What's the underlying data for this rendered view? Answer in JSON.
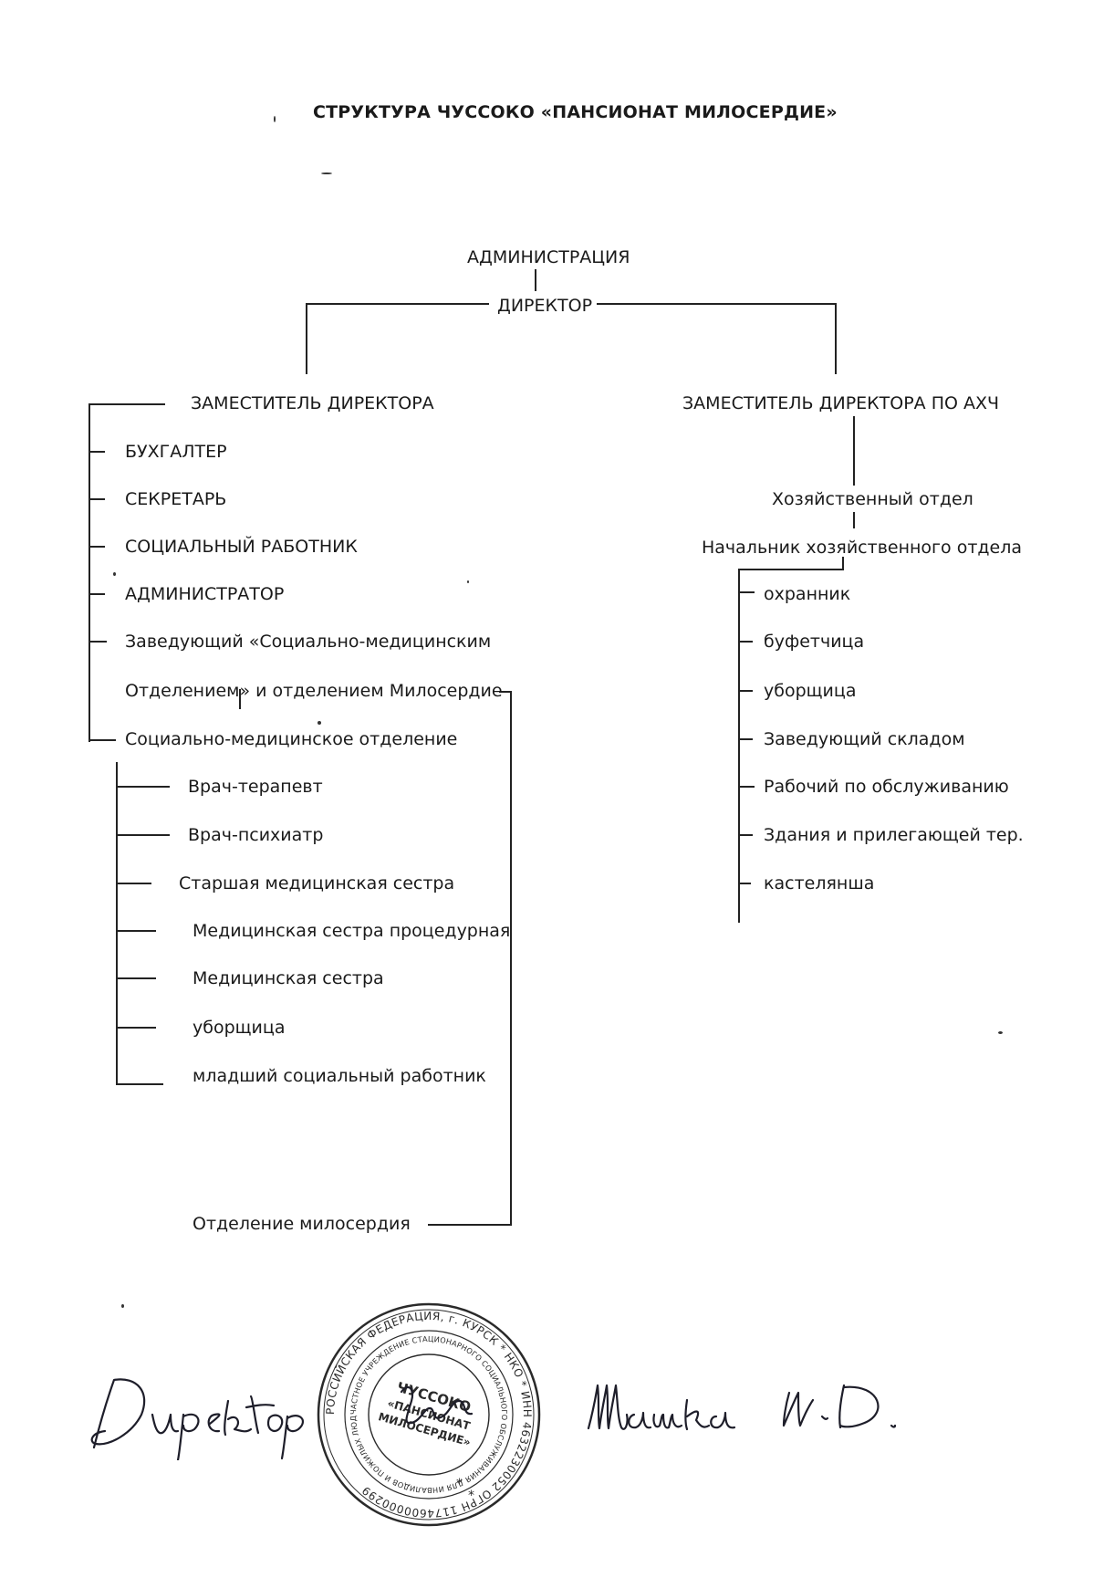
{
  "title": "СТРУКТУРА ЧУССОКО «ПАНСИОНАТ МИЛОСЕРДИЕ»",
  "top": {
    "administration": "АДМИНИСТРАЦИЯ",
    "director": "ДИРЕКТОР"
  },
  "left_branch": {
    "head": "ЗАМЕСТИТЕЛЬ ДИРЕКТОРА",
    "items": [
      "БУХГАЛТЕР",
      "СЕКРЕТАРЬ",
      "СОЦИАЛЬНЫЙ РАБОТНИК",
      "АДМИНИСТРАТОР",
      "Заведующий «Социально-медицинским",
      "Отделением» и отделением Милосердие",
      "Социально-медицинское отделение"
    ],
    "medical_dept": [
      "Врач-терапевт",
      "Врач-психиатр",
      "Старшая медицинская сестра",
      "Медицинская сестра процедурная",
      "Медицинская сестра",
      "уборщица",
      "младший социальный  работник"
    ],
    "mercy_dept": "Отделение милосердия"
  },
  "right_branch": {
    "head": "ЗАМЕСТИТЕЛЬ ДИРЕКТОРА ПО АХЧ",
    "department": "Хозяйственный отдел",
    "dept_head": "Начальник хозяйственного отдела",
    "items": [
      "охранник",
      "буфетчица",
      "уборщица",
      "Заведующий складом",
      "Рабочий по обслуживанию",
      "Здания и прилегающей тер.",
      "кастелянша"
    ]
  },
  "footer": {
    "signature_role": "Директор",
    "signature_name": "Шашка И.Д.",
    "stamp": {
      "outer_text": "РОССИЙСКАЯ ФЕДЕРАЦИЯ, г. КУРСК * НКО * ИНН 4632230052 ОГРН 1174600000299",
      "inner_text": "ЧАСТНОЕ УЧРЕЖДЕНИЕ СТАЦИОНАРНОГО СОЦИАЛЬНОГО ОБСЛУЖИВАНИЯ ДЛЯ ИНВАЛИДОВ И ПОЖИЛЫХ ЛЮДЕЙ КУРСКОЙ ОБЛАСТИ «ПАНСИОНАТ МИЛОСЕРДИЕ»",
      "center": [
        "ЧУССОКО",
        "«ПАНСИОНАТ",
        "МИЛОСЕРДИЕ»"
      ]
    }
  }
}
